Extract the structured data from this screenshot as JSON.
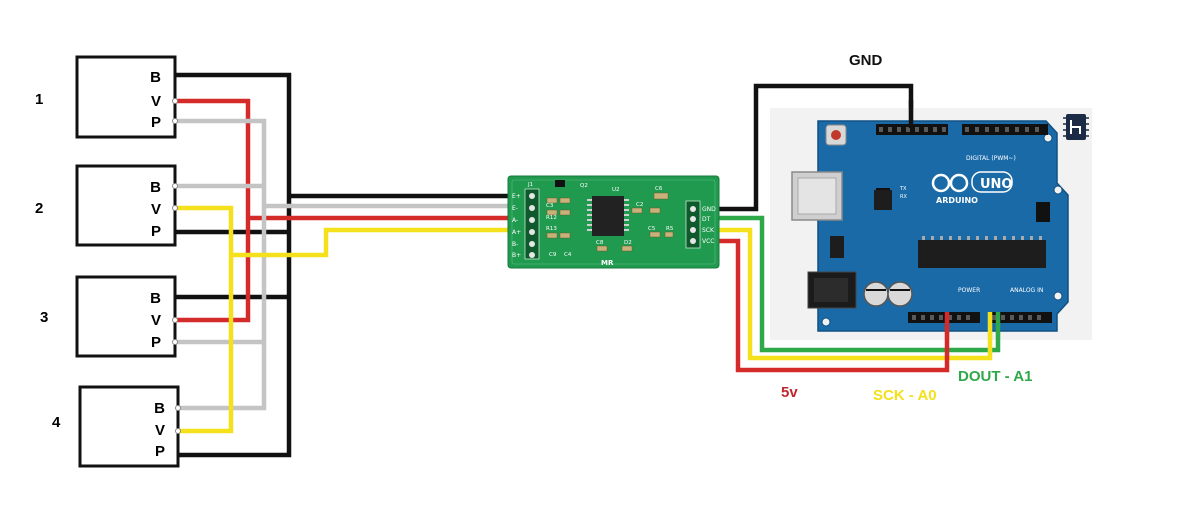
{
  "load_cells": [
    {
      "number": "1",
      "pins": [
        "B",
        "V",
        "P"
      ]
    },
    {
      "number": "2",
      "pins": [
        "B",
        "V",
        "P"
      ]
    },
    {
      "number": "3",
      "pins": [
        "B",
        "V",
        "P"
      ]
    },
    {
      "number": "4",
      "pins": [
        "B",
        "V",
        "P"
      ]
    }
  ],
  "hx711": {
    "left_pins": [
      "E+",
      "E-",
      "A-",
      "A+",
      "B-",
      "B+"
    ],
    "right_pins": [
      "GND",
      "DT",
      "SCK",
      "VCC"
    ],
    "components": [
      "J1",
      "Q2",
      "U2",
      "C6",
      "C3",
      "C5",
      "C2",
      "R12",
      "R13",
      "C8",
      "D2",
      "R5",
      "C9",
      "C4"
    ],
    "marking": "MR"
  },
  "arduino": {
    "brand": "ARDUINO",
    "model": "UNO",
    "header_top": "DIGITAL (PWM~)",
    "header_power": "POWER",
    "header_analog": "ANALOG IN",
    "tx": "TX",
    "rx": "RX"
  },
  "wire_labels": {
    "gnd": "GND",
    "v5": "5v",
    "sck": "SCK - A0",
    "dout": "DOUT - A1"
  },
  "colors": {
    "black": "#111111",
    "red": "#d42a2a",
    "gray": "#c4c4c4",
    "yellow": "#f4e01b",
    "green": "#2fa84a",
    "pcb_green": "#1f9a4e",
    "arduino_blue": "#1a6aa8"
  }
}
